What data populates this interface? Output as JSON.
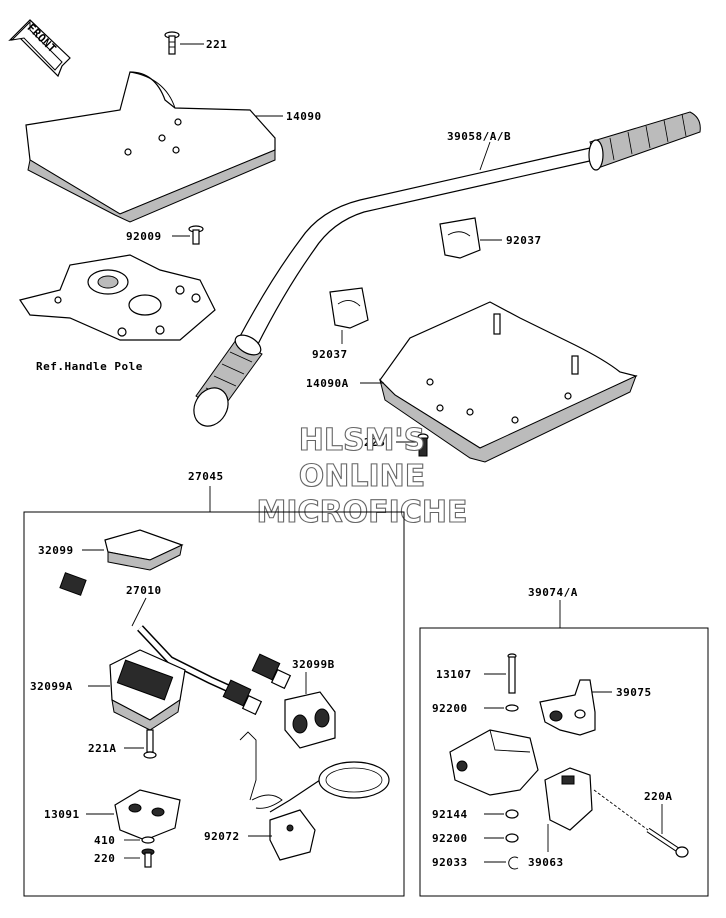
{
  "front_label": "FRONT",
  "callouts": {
    "c221": "221",
    "c14090": "14090",
    "c39058": "39058/A/B",
    "c92009": "92009",
    "c92037a": "92037",
    "c92037b": "92037",
    "c14090a": "14090A",
    "c225": "225",
    "ref_handle_pole": "Ref.Handle Pole",
    "c27045": "27045",
    "c32099": "32099",
    "c27010": "27010",
    "c32099b": "32099B",
    "c32099a": "32099A",
    "c221a": "221A",
    "c13091": "13091",
    "c410": "410",
    "c220": "220",
    "c92072": "92072",
    "c39074": "39074/A",
    "c13107": "13107",
    "c39075": "39075",
    "c92200a": "92200",
    "c220a": "220A",
    "c92144": "92144",
    "c92200b": "92200",
    "c92033": "92033",
    "c39063": "39063"
  },
  "watermark": {
    "line1": "HLSM'S",
    "line2": "ONLINE",
    "line3": "MICROFICHE"
  }
}
